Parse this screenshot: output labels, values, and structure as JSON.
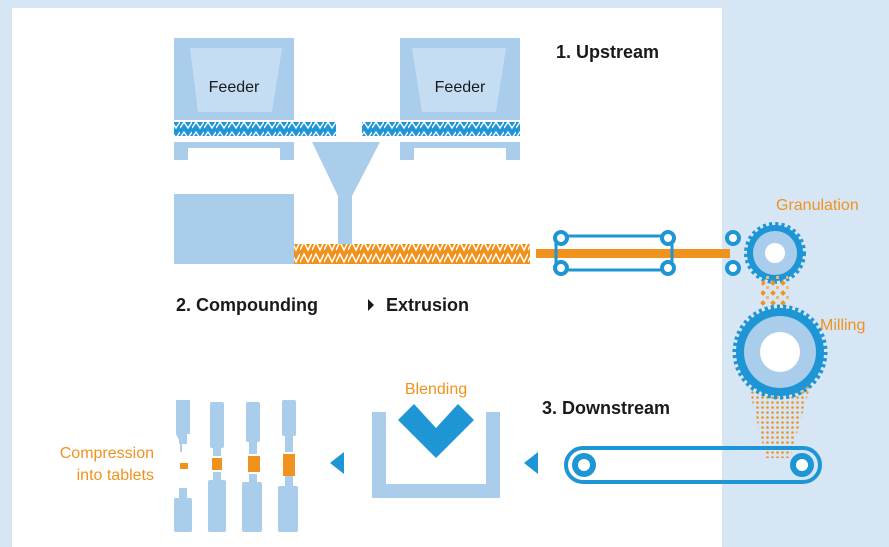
{
  "colors": {
    "page_bg": "#d6e6f4",
    "panel_bg": "#ffffff",
    "light_blue": "#a9cdeb",
    "blue": "#1e96d6",
    "orange": "#f0921e",
    "orange_light": "#f7b56a",
    "dark_text": "#1a1a1a"
  },
  "labels": {
    "feeder_left": "Feeder",
    "feeder_right": "Feeder",
    "upstream": "1. Upstream",
    "granulation": "Granulation",
    "compounding": "2. Compounding",
    "extrusion": "Extrusion",
    "milling": "Milling",
    "blending": "Blending",
    "downstream": "3. Downstream",
    "compression_line1": "Compression",
    "compression_line2": "into tablets"
  },
  "icons": {
    "feeder": "feeder-hopper-icon",
    "funnel": "funnel-icon",
    "extruder": "screw-extruder-icon",
    "conveyor": "conveyor-belt-icon",
    "granulator": "gear-roller-icon",
    "mill": "mill-wheel-icon",
    "blender": "v-blender-icon",
    "tablet_press": "tablet-press-icon",
    "arrow": "triangle-left-icon"
  }
}
